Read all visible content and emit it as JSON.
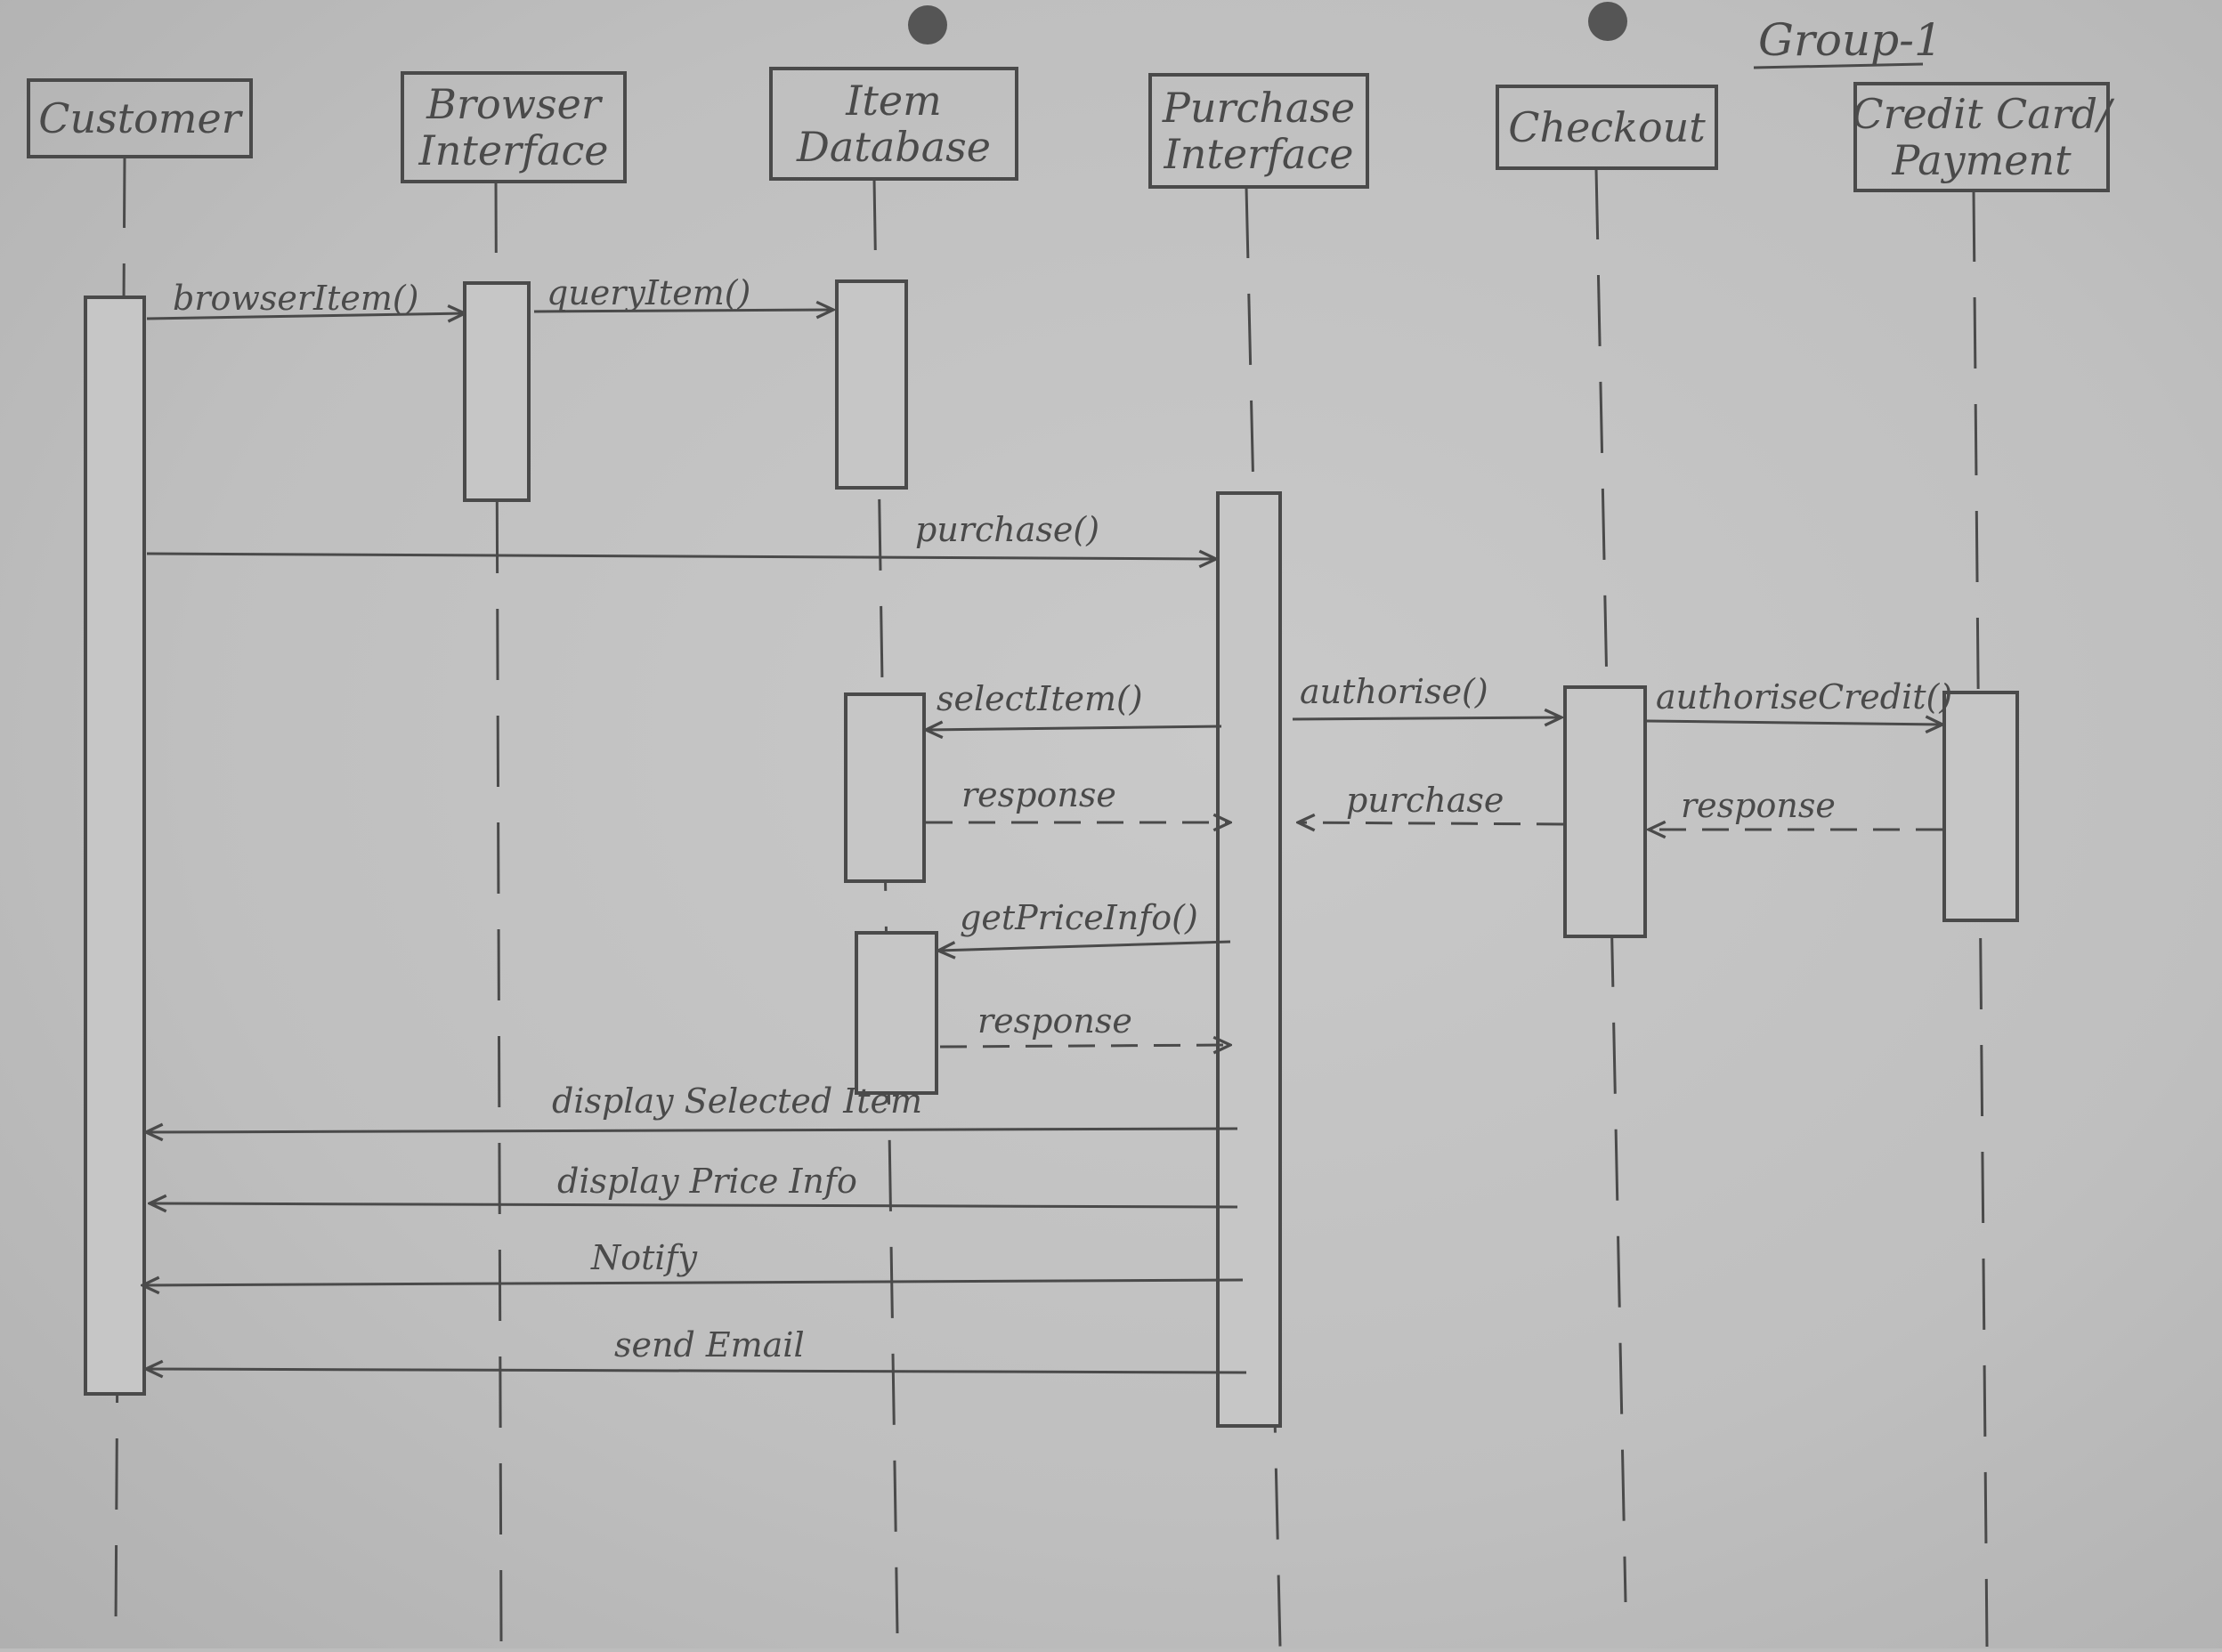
{
  "group_label": "Group-1",
  "lifelines": [
    {
      "id": "customer",
      "lines": [
        "Customer"
      ]
    },
    {
      "id": "browser",
      "lines": [
        "Browser",
        "Interface"
      ]
    },
    {
      "id": "itemdb",
      "lines": [
        "Item",
        "Database"
      ]
    },
    {
      "id": "purchase",
      "lines": [
        "Purchase",
        "Interface"
      ]
    },
    {
      "id": "checkout",
      "lines": [
        "Checkout"
      ]
    },
    {
      "id": "payment",
      "lines": [
        "Credit Card/",
        "Payment"
      ]
    }
  ],
  "messages": [
    {
      "id": "m1",
      "label": "browserItem()",
      "from": "customer",
      "to": "browser",
      "type": "sync"
    },
    {
      "id": "m2",
      "label": "queryItem()",
      "from": "browser",
      "to": "itemdb",
      "type": "sync"
    },
    {
      "id": "m3",
      "label": "purchase()",
      "from": "customer",
      "to": "purchase",
      "type": "sync"
    },
    {
      "id": "m4",
      "label": "selectItem()",
      "from": "purchase",
      "to": "itemdb",
      "type": "sync"
    },
    {
      "id": "m5",
      "label": "response",
      "from": "itemdb",
      "to": "purchase",
      "type": "return"
    },
    {
      "id": "m6",
      "label": "authorise()",
      "from": "purchase",
      "to": "checkout",
      "type": "sync"
    },
    {
      "id": "m7",
      "label": "authoriseCredit()",
      "from": "checkout",
      "to": "payment",
      "type": "sync"
    },
    {
      "id": "m8",
      "label": "purchase",
      "from": "checkout",
      "to": "purchase",
      "type": "return"
    },
    {
      "id": "m9",
      "label": "response",
      "from": "payment",
      "to": "checkout",
      "type": "return"
    },
    {
      "id": "m10",
      "label": "getPriceInfo()",
      "from": "purchase",
      "to": "itemdb",
      "type": "sync"
    },
    {
      "id": "m11",
      "label": "response",
      "from": "itemdb",
      "to": "purchase",
      "type": "return"
    },
    {
      "id": "m12",
      "label": "display Selected Item",
      "from": "purchase",
      "to": "customer",
      "type": "sync"
    },
    {
      "id": "m13",
      "label": "display Price Info",
      "from": "purchase",
      "to": "customer",
      "type": "sync"
    },
    {
      "id": "m14",
      "label": "Notify",
      "from": "purchase",
      "to": "customer",
      "type": "sync"
    },
    {
      "id": "m15",
      "label": "send Email",
      "from": "purchase",
      "to": "customer",
      "type": "sync"
    }
  ],
  "colors": {
    "ink": "#4a4a4a",
    "paper": "#c4c4c4"
  }
}
